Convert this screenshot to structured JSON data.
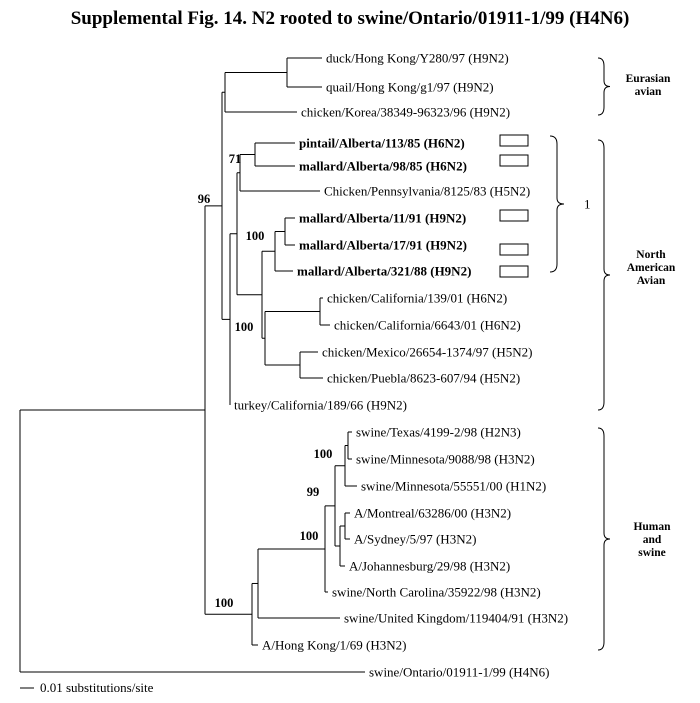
{
  "title": "Supplemental  Fig. 14.   N2 rooted to swine/Ontario/01911-1/99 (H4N6)",
  "taxa": [
    {
      "id": "t1",
      "label": "duck/Hong Kong/Y280/97 (H9N2)"
    },
    {
      "id": "t2",
      "label": "quail/Hong Kong/g1/97 (H9N2)"
    },
    {
      "id": "t3",
      "label": "chicken/Korea/38349-96323/96 (H9N2)"
    },
    {
      "id": "t4",
      "label": "pintail/Alberta/113/85 (H6N2)",
      "bold": true
    },
    {
      "id": "t5",
      "label": "mallard/Alberta/98/85 (H6N2)",
      "bold": true
    },
    {
      "id": "t6",
      "label": "Chicken/Pennsylvania/8125/83 (H5N2)"
    },
    {
      "id": "t7",
      "label": "mallard/Alberta/11/91 (H9N2)",
      "bold": true
    },
    {
      "id": "t8",
      "label": "mallard/Alberta/17/91 (H9N2)",
      "bold": true
    },
    {
      "id": "t9",
      "label": "mallard/Alberta/321/88 (H9N2)",
      "bold": true
    },
    {
      "id": "t10",
      "label": "chicken/California/139/01 (H6N2)"
    },
    {
      "id": "t11",
      "label": "chicken/California/6643/01 (H6N2)"
    },
    {
      "id": "t12",
      "label": "chicken/Mexico/26654-1374/97 (H5N2)"
    },
    {
      "id": "t13",
      "label": "chicken/Puebla/8623-607/94 (H5N2)"
    },
    {
      "id": "t14",
      "label": "turkey/California/189/66 (H9N2)"
    },
    {
      "id": "t15",
      "label": "swine/Texas/4199-2/98 (H2N3)"
    },
    {
      "id": "t16",
      "label": "swine/Minnesota/9088/98 (H3N2)"
    },
    {
      "id": "t17",
      "label": "swine/Minnesota/55551/00 (H1N2)"
    },
    {
      "id": "t18",
      "label": "A/Montreal/63286/00 (H3N2)"
    },
    {
      "id": "t19",
      "label": "A/Sydney/5/97 (H3N2)"
    },
    {
      "id": "t20",
      "label": "A/Johannesburg/29/98 (H3N2)"
    },
    {
      "id": "t21",
      "label": "swine/North Carolina/35922/98 (H3N2)"
    },
    {
      "id": "t22",
      "label": "swine/United Kingdom/119404/91 (H3N2)"
    },
    {
      "id": "t23",
      "label": "A/Hong Kong/1/69 (H3N2)"
    },
    {
      "id": "t24",
      "label": "swine/Ontario/01911-1/99 (H4N6)"
    }
  ],
  "bootstrap": [
    "96",
    "71",
    "100",
    "100",
    "100",
    "99",
    "100",
    "100"
  ],
  "groups": {
    "eurasian": "Eurasian avian",
    "north_american": "North American Avian",
    "human_swine": "Human and swine",
    "cluster": "1"
  },
  "scale_label": "0.01 substitutions/site"
}
